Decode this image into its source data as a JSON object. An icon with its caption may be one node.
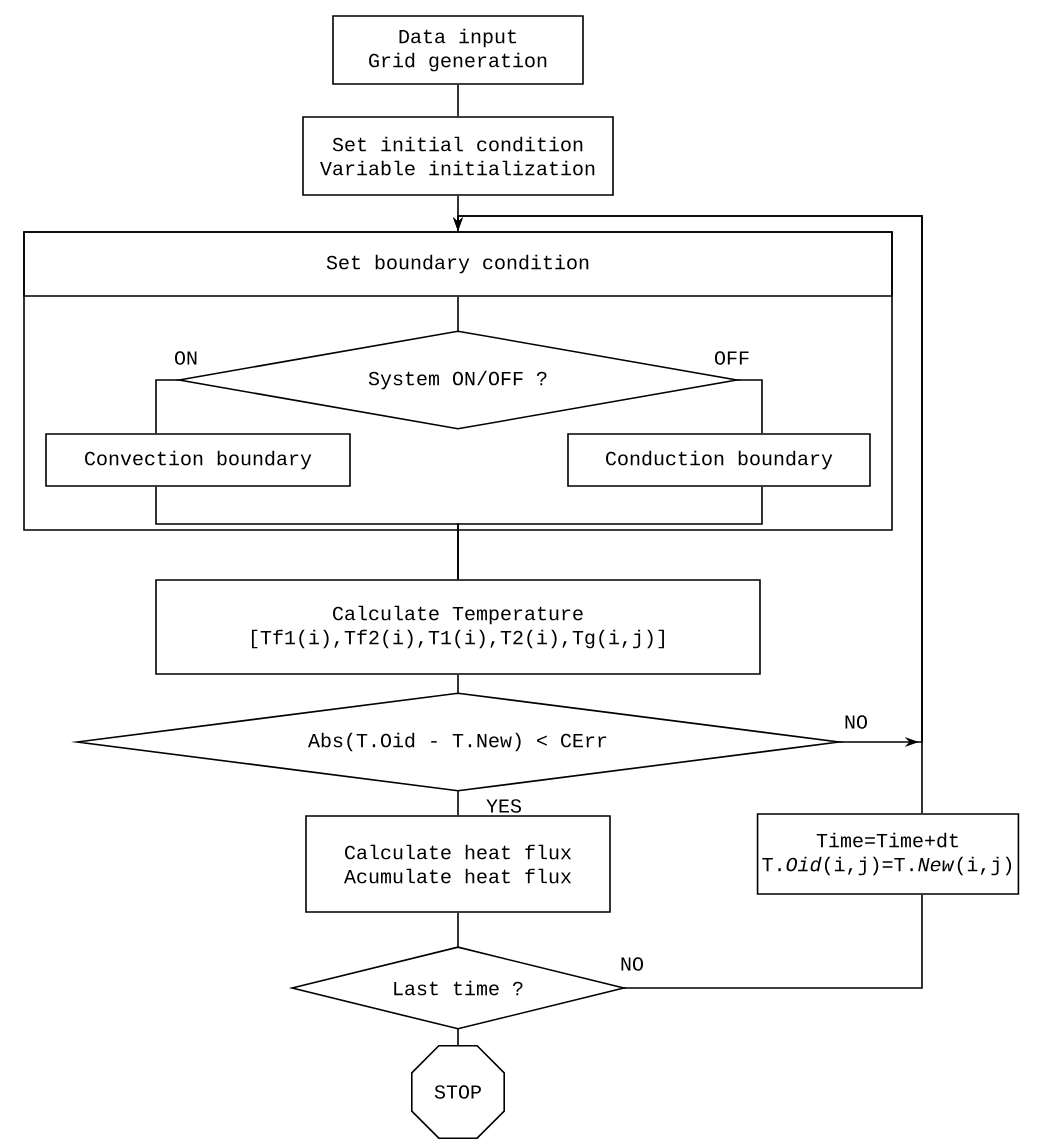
{
  "diagram": {
    "nodes": [
      {
        "text": [
          "Data input",
          "Grid generation"
        ]
      },
      {
        "text": [
          "Set initial condition",
          "Variable initialization"
        ]
      },
      {
        "text": [],
        "shape": "box"
      },
      {
        "text": [
          "Set boundary condition"
        ],
        "in": 2
      },
      {
        "text": [
          "System ON/OFF ?"
        ],
        "in": 2
      },
      {
        "text": [
          "Convection boundary"
        ],
        "in": 2
      },
      {
        "text": [
          "Conduction boundary"
        ],
        "in": 2
      },
      {
        "text": [
          "Calculate Temperature",
          "[Tf1(i),Tf2(i),T1(i),T2(i),Tg(i,j)]"
        ]
      },
      {
        "text": [
          "Abs(T.Oid - T.New) < CErr"
        ]
      },
      {
        "text": [
          "Calculate heat flux",
          "Acumulate heat flux"
        ]
      },
      {
        "text": [
          "Time=Time+dt",
          "T.*Oid*(i,j)=T.*New*(i,j)"
        ]
      },
      {
        "text": [
          "Last time ?"
        ]
      },
      {
        "text": [
          "STOP"
        ]
      }
    ],
    "edges": [
      {
        "from": 0,
        "to": 1,
        "arrow": "none"
      },
      {
        "from": 1,
        "to": 3,
        "arrow": "none"
      },
      {
        "from": 3,
        "to": 4,
        "arrow": "none"
      },
      {
        "from": 4,
        "to": 5,
        "arrow": "none",
        "label": "ON"
      },
      {
        "from": 4,
        "to": 6,
        "arrow": "none",
        "label": "OFF"
      },
      {
        "from": 5,
        "to": 7,
        "arrow": "none"
      },
      {
        "from": 6,
        "to": 7,
        "arrow": "none"
      },
      {
        "from": 7,
        "to": 8,
        "arrow": "none"
      },
      {
        "from": 8,
        "to": 9,
        "arrow": "none",
        "label": "YES"
      },
      {
        "from": 8,
        "to": 3,
        "arrow": "to",
        "label": "NO"
      },
      {
        "from": 9,
        "to": 11,
        "arrow": "none"
      },
      {
        "from": 11,
        "to": 10,
        "arrow": "none",
        "label": "NO"
      },
      {
        "from": 10,
        "to": 3,
        "arrow": "to"
      },
      {
        "from": 11,
        "to": 12,
        "arrow": "none"
      }
    ]
  }
}
